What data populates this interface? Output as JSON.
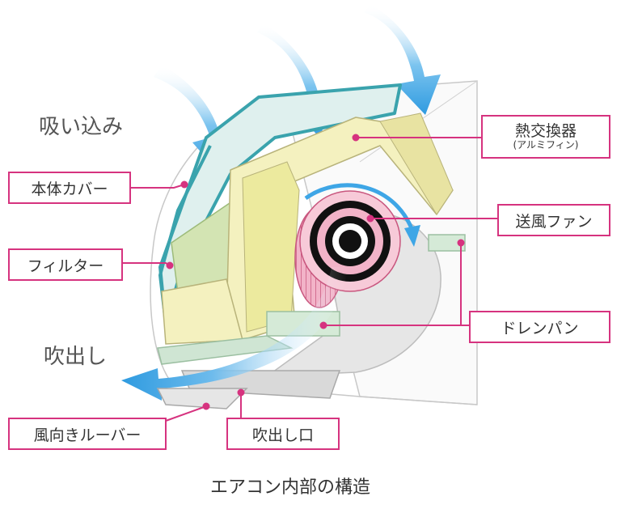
{
  "labels": {
    "suction": "吸い込み",
    "outlet": "吹出し",
    "body_cover": "本体カバー",
    "filter": "フィルター",
    "heat_exchanger": "熱交換器",
    "heat_exchanger_sub": "(アルミフィン)",
    "fan": "送風ファン",
    "drain_pan": "ドレンパン",
    "louver": "風向きルーバー",
    "outlet_port": "吹出し口"
  },
  "caption": "エアコン内部の構造",
  "colors": {
    "label_border": "#d6337f",
    "leader_line": "#d6337f",
    "air_arrow": "#3ea6e6",
    "frame": "#3aa3ad",
    "heat_exchanger": "#f4f1bf",
    "filter_green": "#d3e4b3",
    "drain_pan": "#d5ead7",
    "fan_pink": "#f2b3c8"
  }
}
